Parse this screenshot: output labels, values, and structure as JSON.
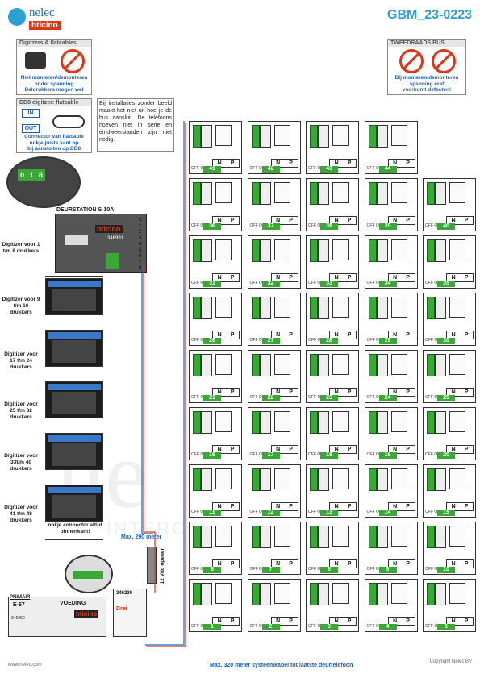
{
  "header": {
    "brand_name": "nelec",
    "brand_sub": "bticino",
    "doc_code": "GBM_23-0223"
  },
  "warnings": {
    "digitizers": {
      "title": "Digitzers & flatcables",
      "line1": "Niet monteren/demonteren",
      "line2": "onder spanning",
      "line3": "Beldrukkers mogen wel"
    },
    "bus": {
      "title": "TWEEDRAADS BUS",
      "line1": "Bij monteren/demonteren",
      "line2": "spanning eraf",
      "line3": "voorkomt defecten!"
    },
    "dd8": {
      "title": "DD8 digitzer: flatcable",
      "in_label": "IN",
      "out_label": "OUT",
      "line1": "Connector van flatcable",
      "line2": "nokje juiste kant op",
      "line3": "bij aansluiten op DD8"
    },
    "install_note": "Bij installaties zonder beeld maakt het niet uit hoe je de bus aansluit. De telefoons hoeven niet in serie en eindweerstanden zijn niet nodig."
  },
  "panel": {
    "title": "DEURSTATION S-10A",
    "brand": "bticino",
    "code": "346991",
    "terminals": [
      "C",
      "1",
      "2",
      "3",
      "4",
      "5",
      "6",
      "7",
      "8"
    ],
    "display_digits": [
      "0",
      "1",
      "8"
    ]
  },
  "digitizers": [
    {
      "label": "Digitizer voor 1 t/m 8 drukkers"
    },
    {
      "label": "Digitizer voor 9 t/m 16 drukkers"
    },
    {
      "label": "Digitizer voor 17 t/m 24 drukkers"
    },
    {
      "label": "Digitizer voor 25 t/m 32 drukkers"
    },
    {
      "label": "Digitizer voor 33t/m 40 drukkers"
    },
    {
      "label": "Digitizer voor 41 t/m 48 drukkers"
    }
  ],
  "nokje_note": "nokje connector altijd binnenkant!",
  "max_290": "Max. 290 meter",
  "max_320": "Max. 320 meter systeemkabel tot laatste deurtelefoon",
  "power": {
    "primair": "PRIMAIR",
    "code_e67": "E-67",
    "voeding": "VOEDING",
    "code": "346050",
    "brand": "bticino",
    "module_code": "346230",
    "module_label": "Drei"
  },
  "opener_label": "12 Vdc opener",
  "unit_labels": {
    "n": "N",
    "p": "P",
    "offon": "OFF ON"
  },
  "units": [
    [
      "41",
      "42",
      "43",
      "44",
      ""
    ],
    [
      "36",
      "37",
      "38",
      "39",
      "40"
    ],
    [
      "31",
      "32",
      "33",
      "34",
      "35"
    ],
    [
      "26",
      "27",
      "28",
      "29",
      "30"
    ],
    [
      "21",
      "22",
      "23",
      "24",
      "25"
    ],
    [
      "16",
      "17",
      "18",
      "19",
      "20"
    ],
    [
      "11",
      "12",
      "13",
      "14",
      "15"
    ],
    [
      "6",
      "7",
      "8",
      "9",
      "10"
    ],
    [
      "1",
      "2",
      "3",
      "4",
      "5"
    ]
  ],
  "watermark": {
    "big": "ne",
    "small": "INTERC"
  },
  "footer": {
    "web": "www.nelec.com",
    "copyright": "Copyright Nelec BV"
  },
  "colors": {
    "accent_blue": "#2a9fd8",
    "brand_red": "#e63312",
    "terminal_green": "#39a935"
  }
}
